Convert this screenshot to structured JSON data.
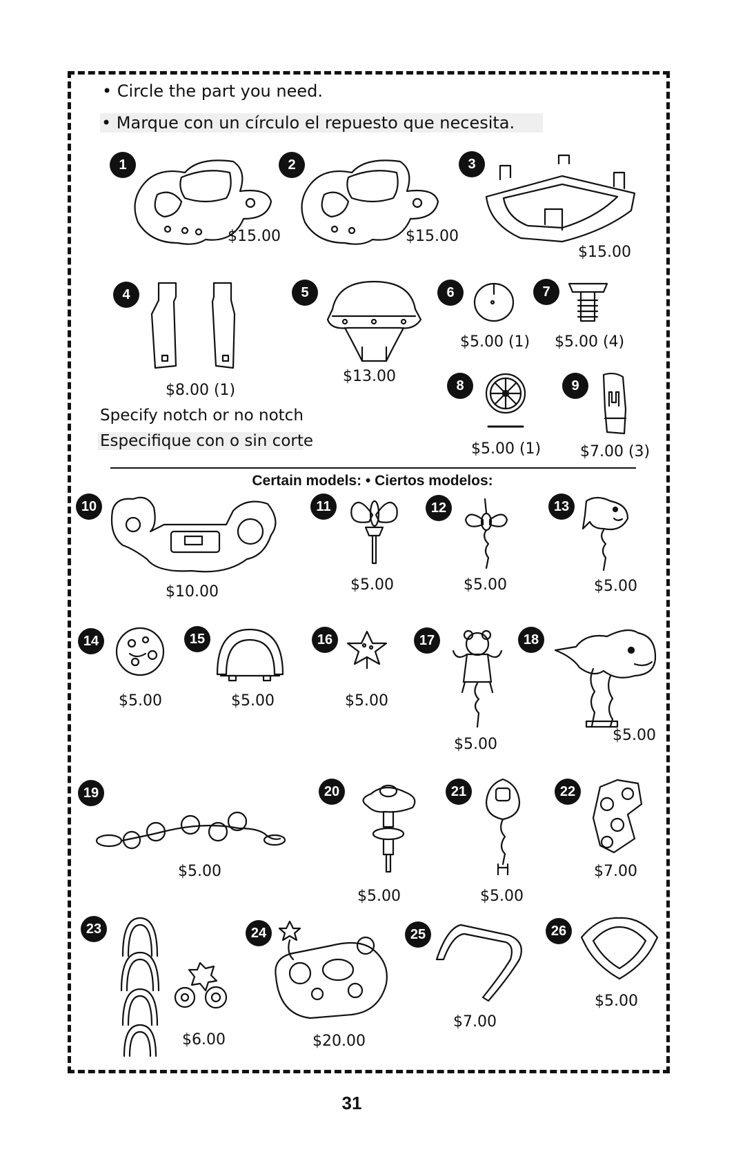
{
  "instructions": {
    "english": "• Circle the part you need.",
    "spanish": "• Marque con un círculo el repuesto que necesita."
  },
  "notes": {
    "specify": "Specify notch or no notch",
    "especifique": "Especifique con o sin corte"
  },
  "section_heading": "Certain models: • Ciertos modelos:",
  "page_number": "31",
  "parts": [
    {
      "number": "1",
      "price": "$15.00"
    },
    {
      "number": "2",
      "price": "$15.00"
    },
    {
      "number": "3",
      "price": "$15.00"
    },
    {
      "number": "4",
      "price": "$8.00 (1)"
    },
    {
      "number": "5",
      "price": "$13.00"
    },
    {
      "number": "6",
      "price": "$5.00 (1)"
    },
    {
      "number": "7",
      "price": "$5.00 (4)"
    },
    {
      "number": "8",
      "price": "$5.00 (1)"
    },
    {
      "number": "9",
      "price": "$7.00 (3)"
    },
    {
      "number": "10",
      "price": "$10.00"
    },
    {
      "number": "11",
      "price": "$5.00"
    },
    {
      "number": "12",
      "price": "$5.00"
    },
    {
      "number": "13",
      "price": "$5.00"
    },
    {
      "number": "14",
      "price": "$5.00"
    },
    {
      "number": "15",
      "price": "$5.00"
    },
    {
      "number": "16",
      "price": "$5.00"
    },
    {
      "number": "17",
      "price": "$5.00"
    },
    {
      "number": "18",
      "price": "$5.00"
    },
    {
      "number": "19",
      "price": "$5.00"
    },
    {
      "number": "20",
      "price": "$5.00"
    },
    {
      "number": "21",
      "price": "$5.00"
    },
    {
      "number": "22",
      "price": "$7.00"
    },
    {
      "number": "23",
      "price": "$6.00"
    },
    {
      "number": "24",
      "price": "$20.00"
    },
    {
      "number": "25",
      "price": "$7.00"
    },
    {
      "number": "26",
      "price": "$5.00"
    }
  ]
}
